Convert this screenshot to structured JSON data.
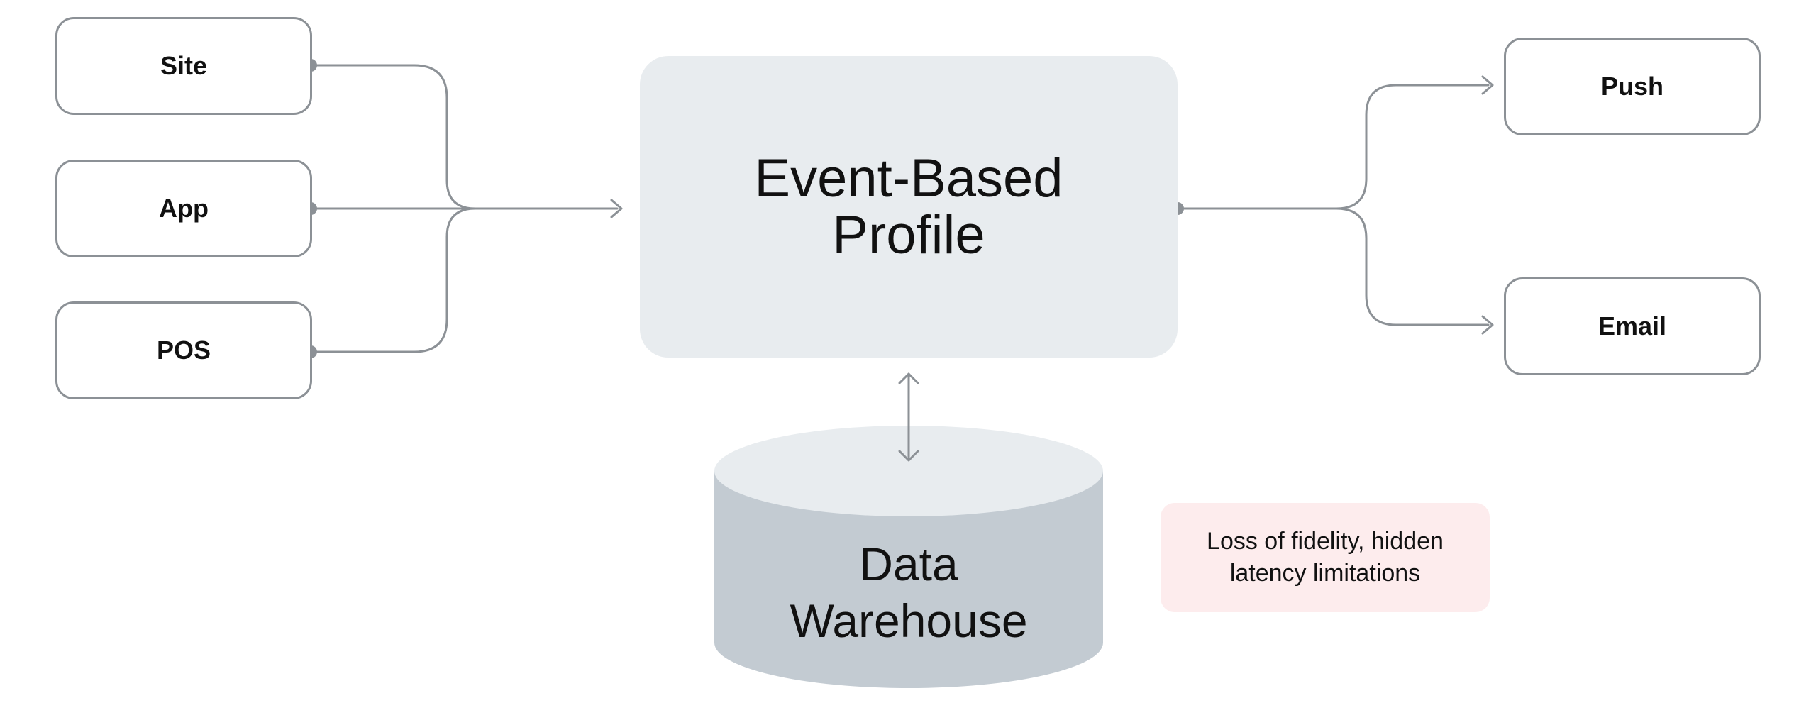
{
  "sources": [
    {
      "label": "Site"
    },
    {
      "label": "App"
    },
    {
      "label": "POS"
    }
  ],
  "profile": {
    "line1": "Event-Based",
    "line2": "Profile"
  },
  "destinations": [
    {
      "label": "Push"
    },
    {
      "label": "Email"
    }
  ],
  "warehouse": {
    "line1": "Data",
    "line2": "Warehouse"
  },
  "note": {
    "line1": "Loss of fidelity, hidden",
    "line2": "latency limitations"
  },
  "colors": {
    "connector": "#8c9196",
    "box_border": "#8c9196",
    "profile_fill": "#e8ecef",
    "cylinder_top": "#e8ecef",
    "cylinder_body": "#c3cbd2",
    "note_fill": "#fdeced"
  }
}
